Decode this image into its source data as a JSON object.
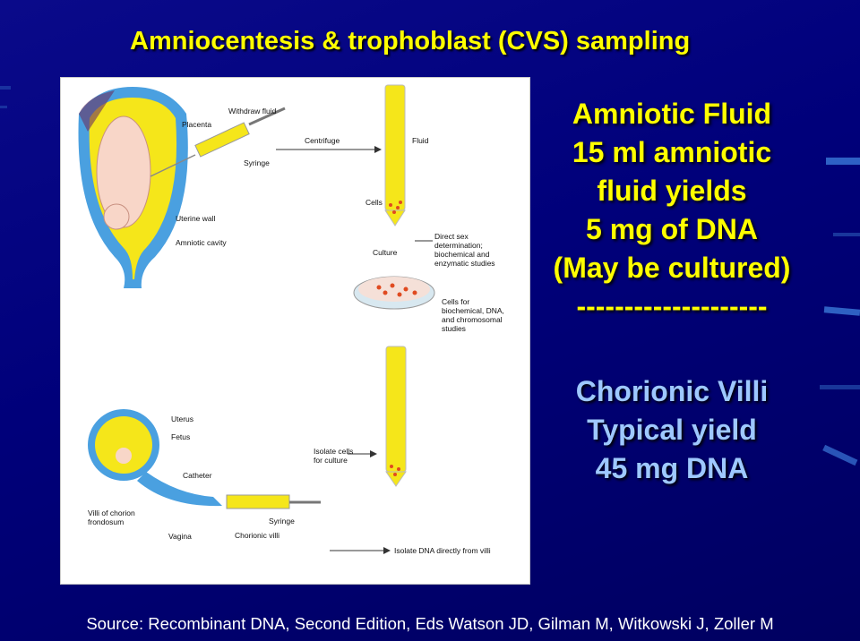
{
  "title": "Amniocentesis & trophoblast (CVS) sampling",
  "amniotic": {
    "lines": [
      "Amniotic Fluid",
      "15 ml amniotic",
      "fluid yields",
      "5 mg of DNA",
      "(May be cultured)"
    ],
    "divider": "--------------------"
  },
  "chorionic": {
    "lines": [
      "Chorionic Villi",
      "Typical yield",
      "45 mg DNA"
    ]
  },
  "figure_labels": {
    "withdraw_fluid": "Withdraw fluid",
    "placenta": "Placenta",
    "centrifuge": "Centrifuge",
    "fluid": "Fluid",
    "syringe": "Syringe",
    "cells": "Cells",
    "uterine_wall": "Uterine wall",
    "amniotic_cavity": "Amniotic cavity",
    "culture": "Culture",
    "direct_sex": [
      "Direct sex",
      "determination;",
      "biochemical and",
      "enzymatic studies"
    ],
    "cells_for": [
      "Cells for",
      "biochemical, DNA,",
      "and chromosomal",
      "studies"
    ],
    "uterus": "Uterus",
    "fetus": "Fetus",
    "isolate_cells": [
      "Isolate cells",
      "for culture"
    ],
    "catheter": "Catheter",
    "villi": [
      "Villi of chorion",
      "frondosum"
    ],
    "syringe2": "Syringe",
    "vagina": "Vagina",
    "chorionic_villi": "Chorionic villi",
    "isolate_dna": "Isolate DNA directly from villi"
  },
  "source": "Source: Recombinant DNA, Second Edition, Eds Watson JD, Gilman M, Witkowski J, Zoller M",
  "colors": {
    "title": "#ffff00",
    "chorionic_text": "#9ec8ff",
    "background": "#00007a"
  }
}
